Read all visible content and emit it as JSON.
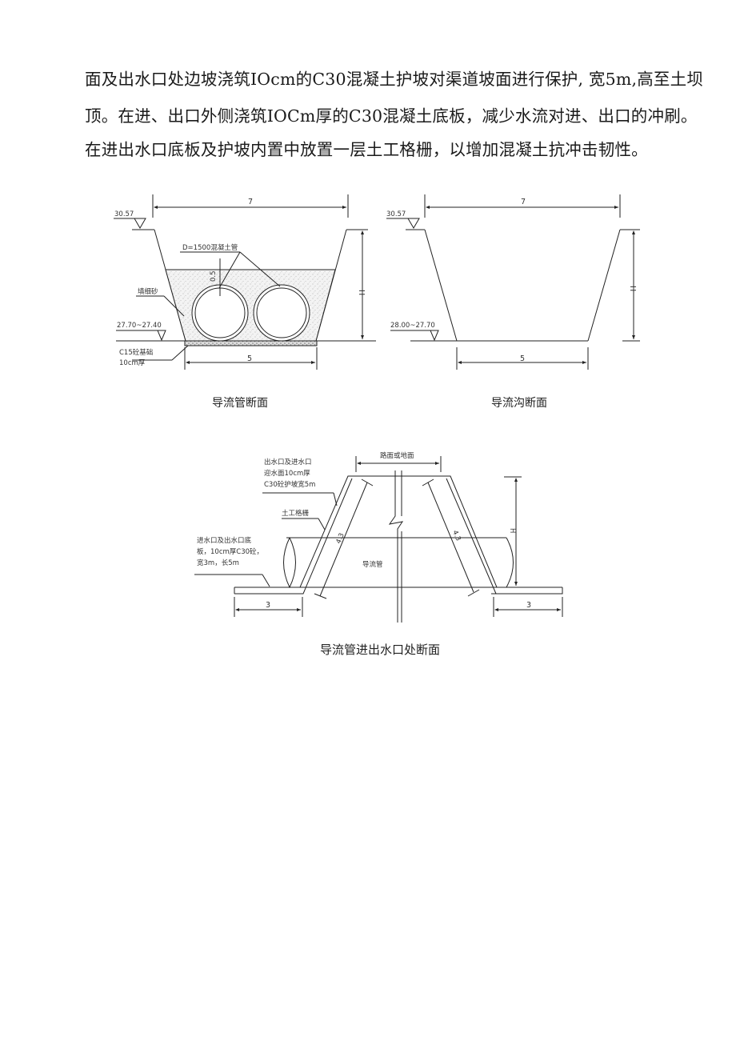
{
  "paragraph": {
    "lines": [
      "面及出水口处边坡浇筑IOcm的C30混凝土护坡对渠道坡面进行保护, 宽5m,高至土坝",
      "顶。在进、出口外侧浇筑IOCm厚的C30混凝土底板，减少水流对进、出口的冲刷。",
      "在进出水口底板及护坡内置中放置一层土工格栅，以增加混凝土抗冲击韧性。"
    ]
  },
  "figures": {
    "pipe_section": {
      "caption": "导流管断面",
      "top_width": "7",
      "bottom_width": "5",
      "top_elevation": "30.57",
      "bottom_elevation": "27.70~27.40",
      "height_label": "H",
      "pipe_label": "D=1500混凝土管",
      "cover_label": "0.5",
      "fill_label": "填细砂",
      "base_label_1": "C15砼基础",
      "base_label_2": "10cm厚"
    },
    "channel_section": {
      "caption": "导流沟断面",
      "top_width": "7",
      "bottom_width": "5",
      "top_elevation": "30.57",
      "bottom_elevation": "28.00~27.70",
      "height_label": "H"
    },
    "inlet_section": {
      "caption": "导流管进出水口处断面",
      "road_label": "路面或地面",
      "slope_label_1": "出水口及进水口",
      "slope_label_2": "迎水面10cm厚",
      "slope_label_3": "C30砼护坡宽5m",
      "grid_label": "土工格栅",
      "floor_label_1": "进水口及出水口底",
      "floor_label_2": "板，10cm厚C30砼，",
      "floor_label_3": "宽3m，长5m",
      "pipe_label": "导流管",
      "slope_length_left": "4.3",
      "slope_length_right": "4.3",
      "height_label": "H",
      "left_width": "3",
      "right_width": "3"
    }
  }
}
